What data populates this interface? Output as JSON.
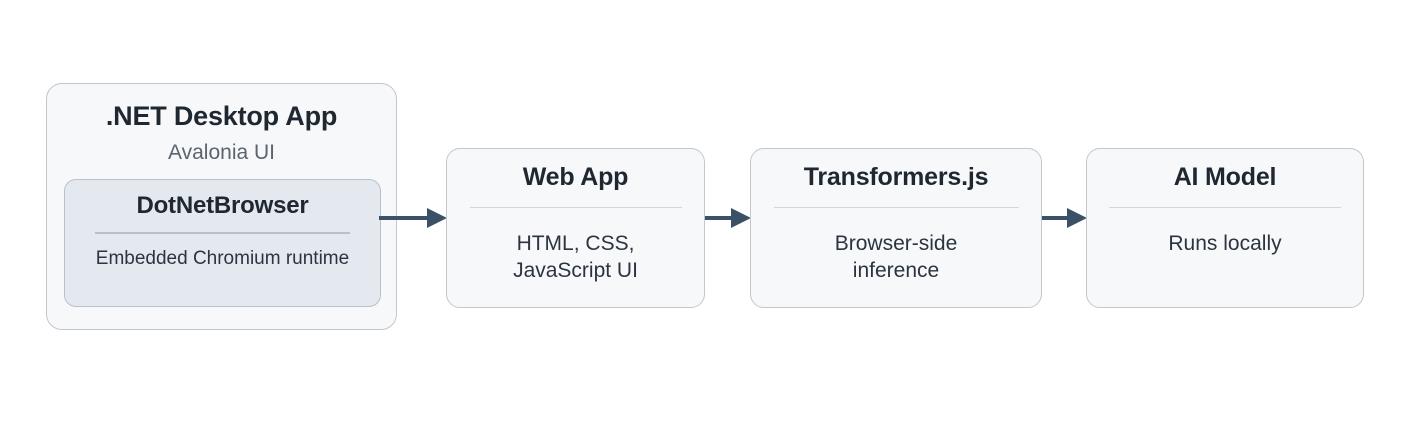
{
  "diagram": {
    "type": "flow",
    "background_color": "#ffffff",
    "accent_color": "#3c5068",
    "nodes": [
      {
        "id": "dotnet-desktop-app",
        "title": ".NET Desktop App",
        "subtitle": "Avalonia UI",
        "child": {
          "id": "dotnetbrowser",
          "title": "DotNetBrowser",
          "subtitle": "Embedded Chromium runtime",
          "fill_color": "#e4e9f0",
          "border_color": "#b9c0cb"
        },
        "fill_color": "#f7f8f9",
        "border_color": "#c3c7cc"
      },
      {
        "id": "web-app",
        "title": "Web App",
        "subtitle_line_1": "HTML, CSS,",
        "subtitle_line_2": "JavaScript UI",
        "fill_color": "#f7f8f9",
        "border_color": "#c3c7cc"
      },
      {
        "id": "transformers-js",
        "title": "Transformers.js",
        "subtitle_line_1": "Browser-side",
        "subtitle_line_2": "inference",
        "fill_color": "#f7f8f9",
        "border_color": "#c3c7cc"
      },
      {
        "id": "ai-model",
        "title": "AI Model",
        "subtitle": "Runs locally",
        "fill_color": "#f7f8f9",
        "border_color": "#c3c7cc"
      }
    ],
    "connectors": [
      {
        "id": "arrow-dotnetbrowser-to-webapp",
        "from": "dotnetbrowser",
        "to": "web-app",
        "style": "solid-arrow",
        "color": "#3c5068"
      },
      {
        "id": "arrow-webapp-to-transformers",
        "from": "web-app",
        "to": "transformers-js",
        "style": "solid-arrow",
        "color": "#3c5068"
      },
      {
        "id": "arrow-transformers-to-aimodel",
        "from": "transformers-js",
        "to": "ai-model",
        "style": "solid-arrow",
        "color": "#3c5068"
      }
    ]
  }
}
